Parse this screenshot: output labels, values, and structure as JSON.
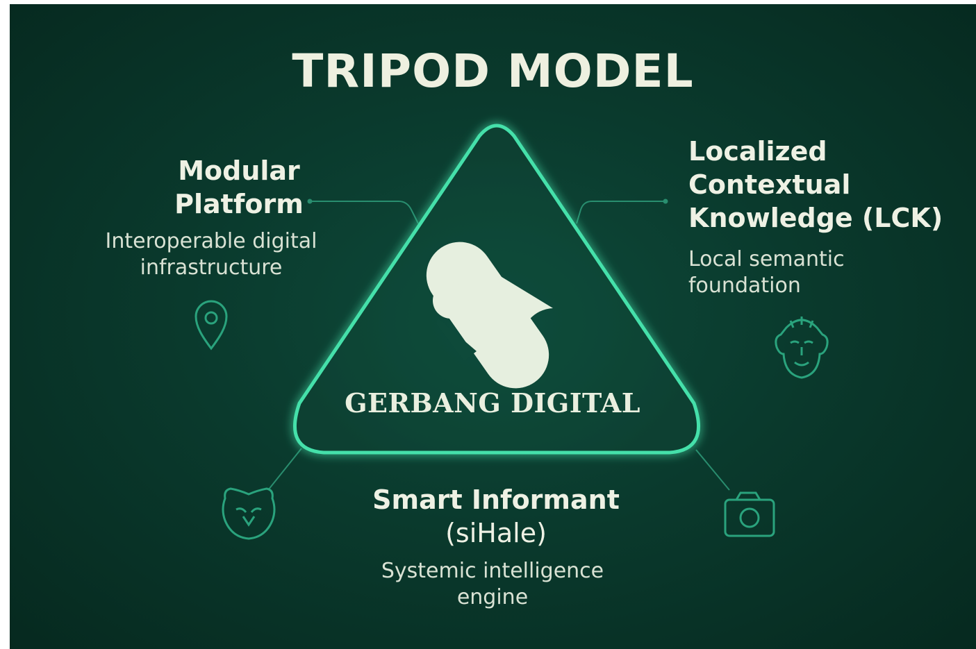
{
  "title": "TRIPOD MODEL",
  "center": {
    "brand": "GERBANG DIGITAL",
    "logo_icon": "gerbang-logo-icon"
  },
  "pillars": {
    "modular": {
      "title_line1": "Modular",
      "title_line2": "Platform",
      "desc_line1": "Interoperable digital",
      "desc_line2": "infrastructure",
      "icon": "location-pin-icon"
    },
    "lck": {
      "title_line1": "Localized",
      "title_line2": "Contextual",
      "title_line3": "Knowledge (LCK)",
      "desc_line1": "Local semantic",
      "desc_line2": "foundation",
      "icon": "mask-face-icon"
    },
    "informant": {
      "title_line1": "Smart Informant",
      "title_line2": "(siHale)",
      "desc_line1": "Systemic intelligence",
      "desc_line2": "engine",
      "icon_left": "animal-mask-icon",
      "icon_right": "camera-icon"
    }
  },
  "colors": {
    "background": "#0a3a2d",
    "accent": "#3fd6a3",
    "icon": "#2aa37d",
    "text": "#eef0e0"
  }
}
